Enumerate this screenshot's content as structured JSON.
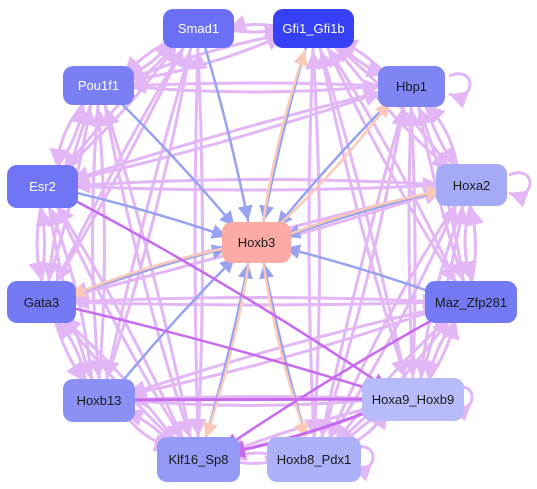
{
  "nodes": [
    {
      "id": "smad1",
      "label": "Smad1",
      "fill": "#6a6ff5",
      "text": "#ffffff"
    },
    {
      "id": "gfi1",
      "label": "Gfi1_Gfi1b",
      "fill": "#3641f6",
      "text": "#ffffff"
    },
    {
      "id": "pou1f1",
      "label": "Pou1f1",
      "fill": "#7a7ff4",
      "text": "#ffffff"
    },
    {
      "id": "hbp1",
      "label": "Hbp1",
      "fill": "#7f85f3",
      "text": "#1a1a1a"
    },
    {
      "id": "esr2",
      "label": "Esr2",
      "fill": "#6f75f4",
      "text": "#ffffff"
    },
    {
      "id": "hoxa2",
      "label": "Hoxa2",
      "fill": "#a5aaf7",
      "text": "#1a1a1a"
    },
    {
      "id": "hoxb3",
      "label": "Hoxb3",
      "fill": "#fcaaa6",
      "text": "#1a1a1a"
    },
    {
      "id": "gata3",
      "label": "Gata3",
      "fill": "#7479f4",
      "text": "#1a1a1a"
    },
    {
      "id": "maz",
      "label": "Maz_Zfp281",
      "fill": "#7479f4",
      "text": "#1a1a1a"
    },
    {
      "id": "hoxb13",
      "label": "Hoxb13",
      "fill": "#8b90f5",
      "text": "#1a1a1a"
    },
    {
      "id": "hoxa9",
      "label": "Hoxa9_Hoxb9",
      "fill": "#b8bbf9",
      "text": "#1a1a1a"
    },
    {
      "id": "klf16",
      "label": "Klf16_Sp8",
      "fill": "#959af6",
      "text": "#1a1a1a"
    },
    {
      "id": "hoxb8",
      "label": "Hoxb8_Pdx1",
      "fill": "#adb1f8",
      "text": "#1a1a1a"
    }
  ],
  "edge_colors": {
    "regulatory": "#e3b6f6",
    "to_target": "#97a2f0",
    "from_target": "#fbc9b8",
    "strong": "#c86af0"
  }
}
